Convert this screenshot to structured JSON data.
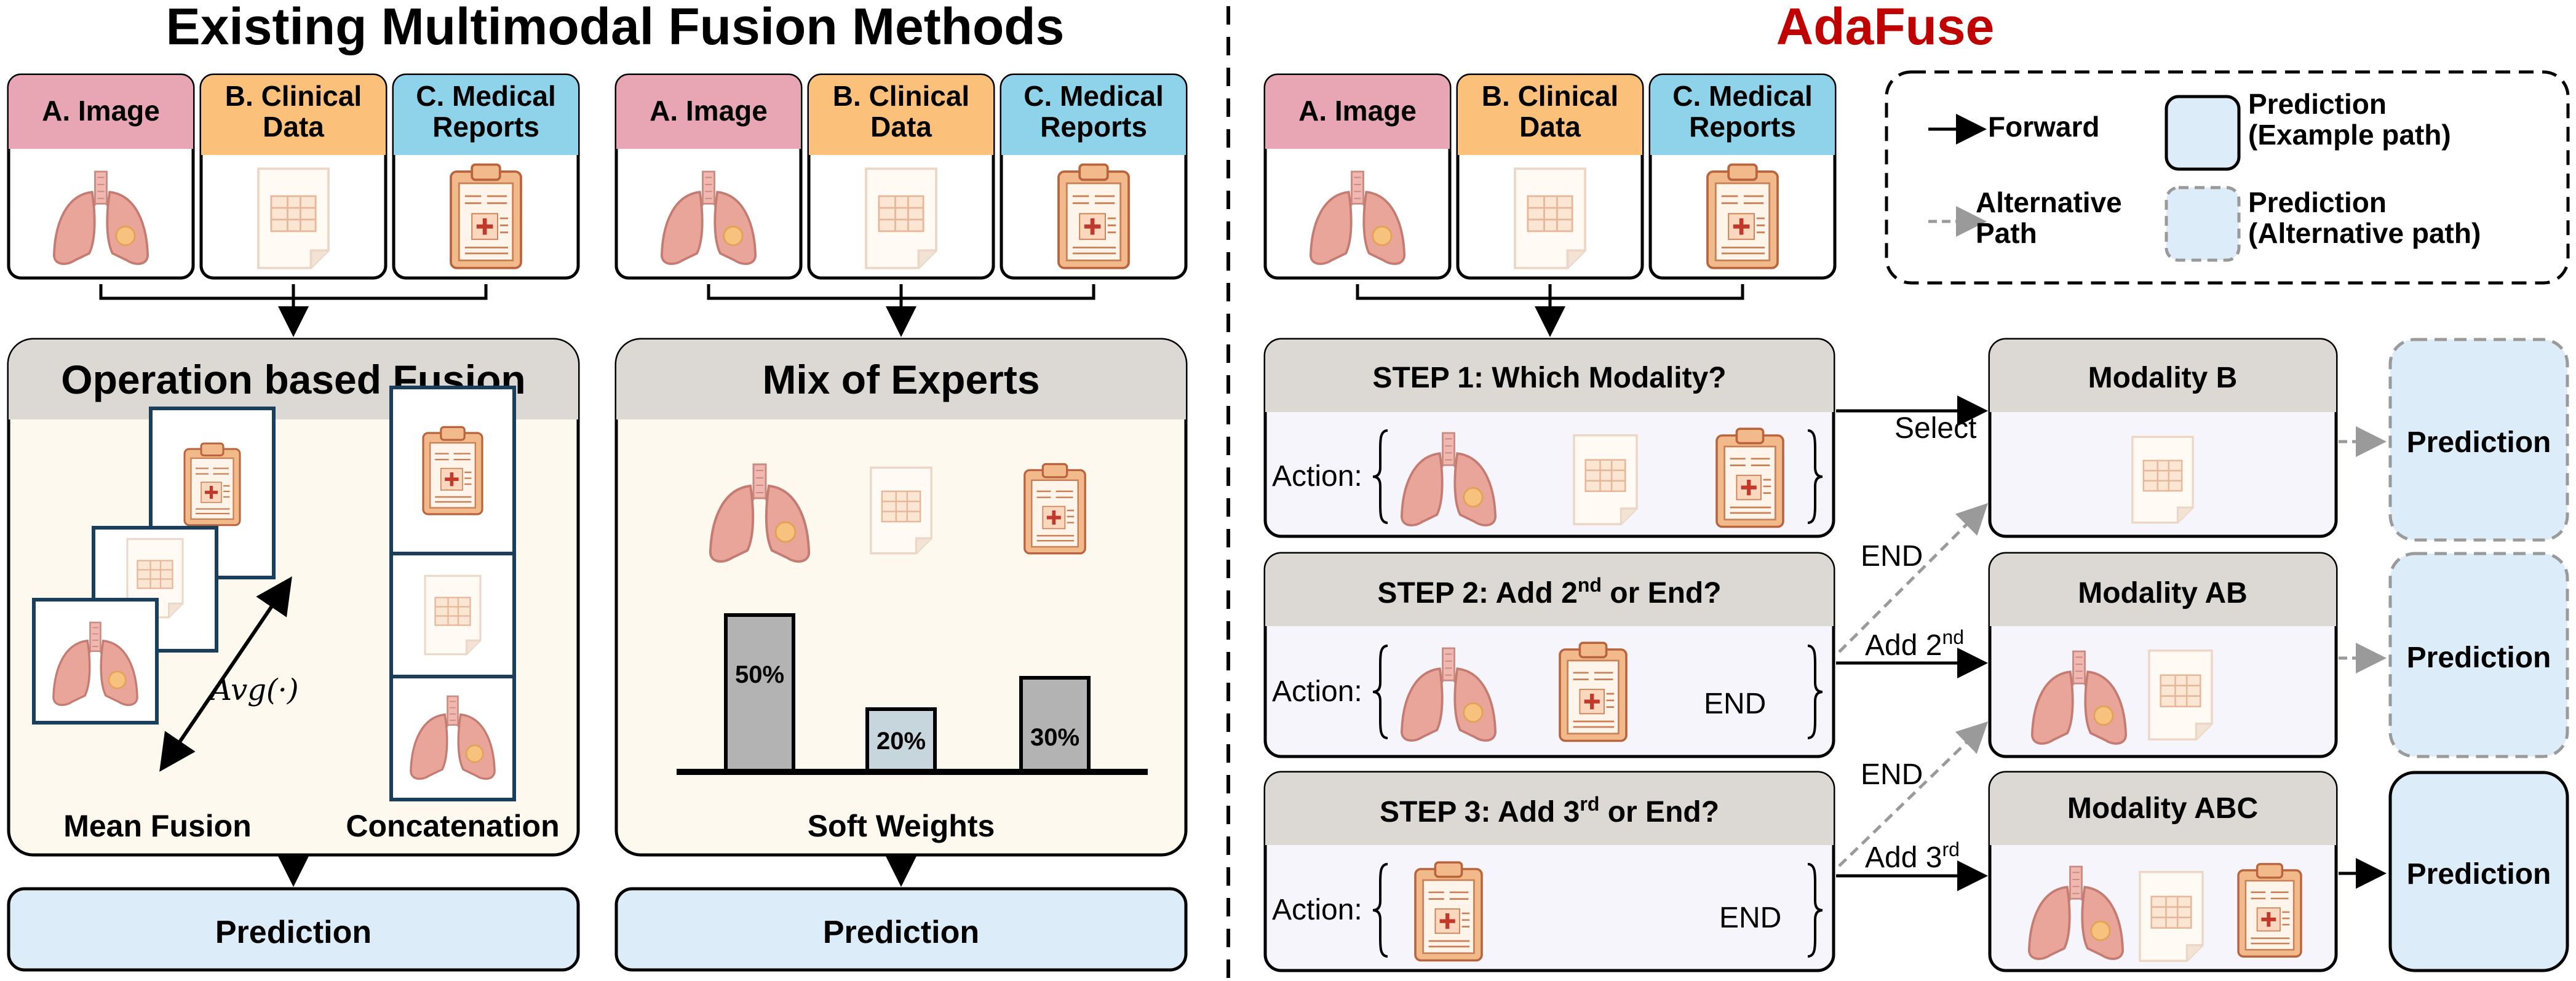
{
  "left": {
    "title": "Existing Multimodal Fusion Methods",
    "modalities": [
      "A. Image",
      "B. Clinical\nData",
      "C. Medical\nReports"
    ],
    "operation": {
      "title": "Operation based Fusion",
      "avg": "Avg(·)",
      "mean_label": "Mean Fusion",
      "concat_label": "Concatenation",
      "prediction": "Prediction"
    },
    "moe": {
      "title": "Mix of Experts",
      "weights": [
        50,
        20,
        30
      ],
      "weight_labels": [
        "50%",
        "20%",
        "30%"
      ],
      "caption": "Soft Weights",
      "prediction": "Prediction"
    }
  },
  "right": {
    "title": "AdaFuse",
    "legend": {
      "forward": "Forward",
      "alternative": "Alternative\nPath",
      "pred_example": "Prediction\n(Example path)",
      "pred_alt": "Prediction\n(Alternative path)"
    },
    "action_label": "Action:",
    "end_label": "END",
    "steps": [
      {
        "title": "STEP 1: Which Modality?",
        "arrow": "Select",
        "modality": "Modality B",
        "prediction": "Prediction"
      },
      {
        "title_main": "STEP 2: Add 2",
        "title_sup": "nd",
        "title_tail": " or End?",
        "arrow_main": "Add 2",
        "arrow_sup": "nd",
        "end_arrow": "END",
        "modality": "Modality  AB",
        "prediction": "Prediction"
      },
      {
        "title_main": "STEP 3: Add 3",
        "title_sup": "rd",
        "title_tail": " or End?",
        "arrow_main": "Add 3",
        "arrow_sup": "rd",
        "end_arrow": "END",
        "modality": "Modality  ABC",
        "prediction": "Prediction"
      }
    ]
  },
  "colors": {
    "image_tab": "#e8a6b4",
    "clinical_tab": "#fbc07a",
    "reports_tab": "#8fd3ea",
    "panel_fill": "#fdf9ef",
    "header_gray": "#dcd9d5",
    "prediction_fill": "#dcecf8",
    "step_fill": "#f6f5fb",
    "adafuse_red": "#c00000",
    "bar_gray": "#b3b3b3"
  }
}
